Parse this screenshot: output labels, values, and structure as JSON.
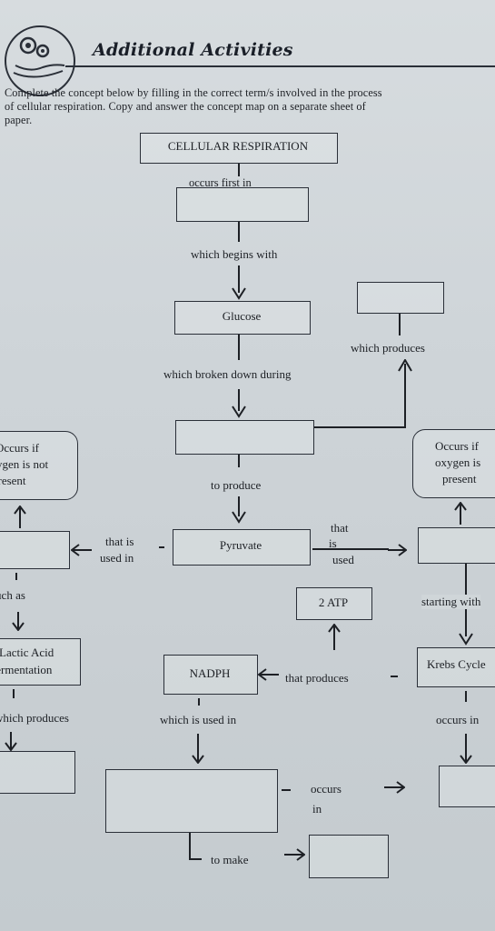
{
  "header": {
    "title": "Additional Activities",
    "instructions_line1": "Complete the concept below by filling in the correct term/s involved in the process",
    "instructions_line2": "of cellular respiration. Copy and answer the concept map on a separate sheet of",
    "instructions_line3": "paper."
  },
  "map": {
    "root": "CELLULAR RESPIRATION",
    "occurs_first_in": "occurs first in",
    "which_begins_with": "which begins with",
    "glucose": "Glucose",
    "which_produces_right": "which produces",
    "which_broken_down_during": "which broken down during",
    "to_produce": "to produce",
    "pyruvate": "Pyruvate",
    "that_is_used_in_1": "that is",
    "that_is_used_in_2": "used in",
    "that_is_used_right_1": "that",
    "that_is_used_right_2": "is",
    "that_is_used_right_3": "used",
    "left_oval_1": "Occurs if",
    "left_oval_2": "oxygen is not",
    "left_oval_3": "present",
    "right_oval_1": "Occurs if",
    "right_oval_2": "oxygen is",
    "right_oval_3": "present",
    "such_as": "such as",
    "lactic_1": "Lactic Acid",
    "lactic_2": "Fermentation",
    "which_produces_left": "which produces",
    "two_atp": "2 ATP",
    "starting_with": "starting with",
    "krebs": "Krebs Cycle",
    "nadph": "NADPH",
    "that_produces": "that produces",
    "which_is_used_in": "which is used in",
    "occurs_in_right": "occurs in",
    "occurs_in_mid_1": "occurs",
    "occurs_in_mid_2": "in",
    "to_make": "to make"
  },
  "colors": {
    "paper": "#d3d9dc",
    "ink": "#1d2025"
  }
}
